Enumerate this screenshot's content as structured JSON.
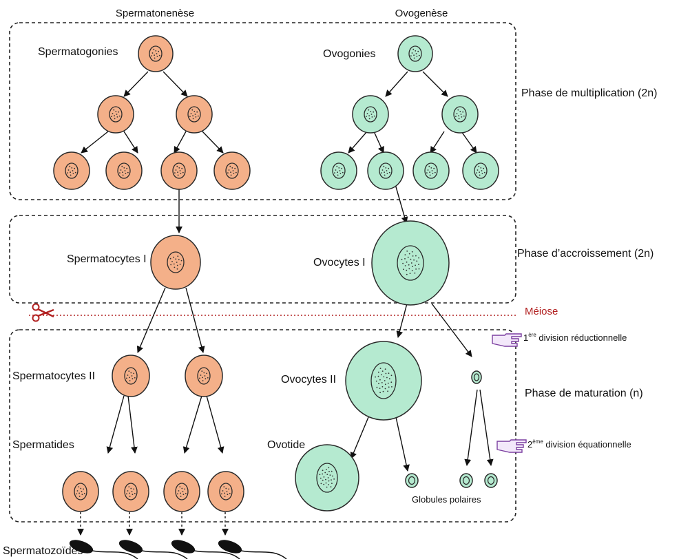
{
  "columns": {
    "left": "Spermatonenèse",
    "right": "Ovogenèse"
  },
  "phases": {
    "multiplication": "Phase de multiplication (2n)",
    "accroissement": "Phase d’accroissement (2n)",
    "maturation": "Phase de maturation (n)"
  },
  "meiose": "Méiose",
  "divisions": {
    "first": {
      "num": "1",
      "sup": "ère",
      "text": " division réductionnelle"
    },
    "second": {
      "num": "2",
      "sup": "ème",
      "text": " division équationnelle"
    }
  },
  "sperm_labels": {
    "spermatogonies": "Spermatogonies",
    "spermatocytes1": "Spermatocytes I",
    "spermatocytes2": "Spermatocytes II",
    "spermatides": "Spermatides",
    "spermatozoides": "Spermatozoïdes"
  },
  "ovo_labels": {
    "ovogonies": "Ovogonies",
    "ovocytes1": "Ovocytes I",
    "ovocytes2": "Ovocytes II",
    "ovotide": "Ovotide",
    "globules": "Globules polaires"
  },
  "colors": {
    "sperm_cell": "#f4b089",
    "ovo_cell": "#b5ead0",
    "meiose": "#b22222",
    "hand": "#7b3fa0",
    "outline": "#2a2a2a"
  },
  "icons": {
    "scissors": "scissors-icon",
    "hand": "pointing-hand-icon"
  }
}
